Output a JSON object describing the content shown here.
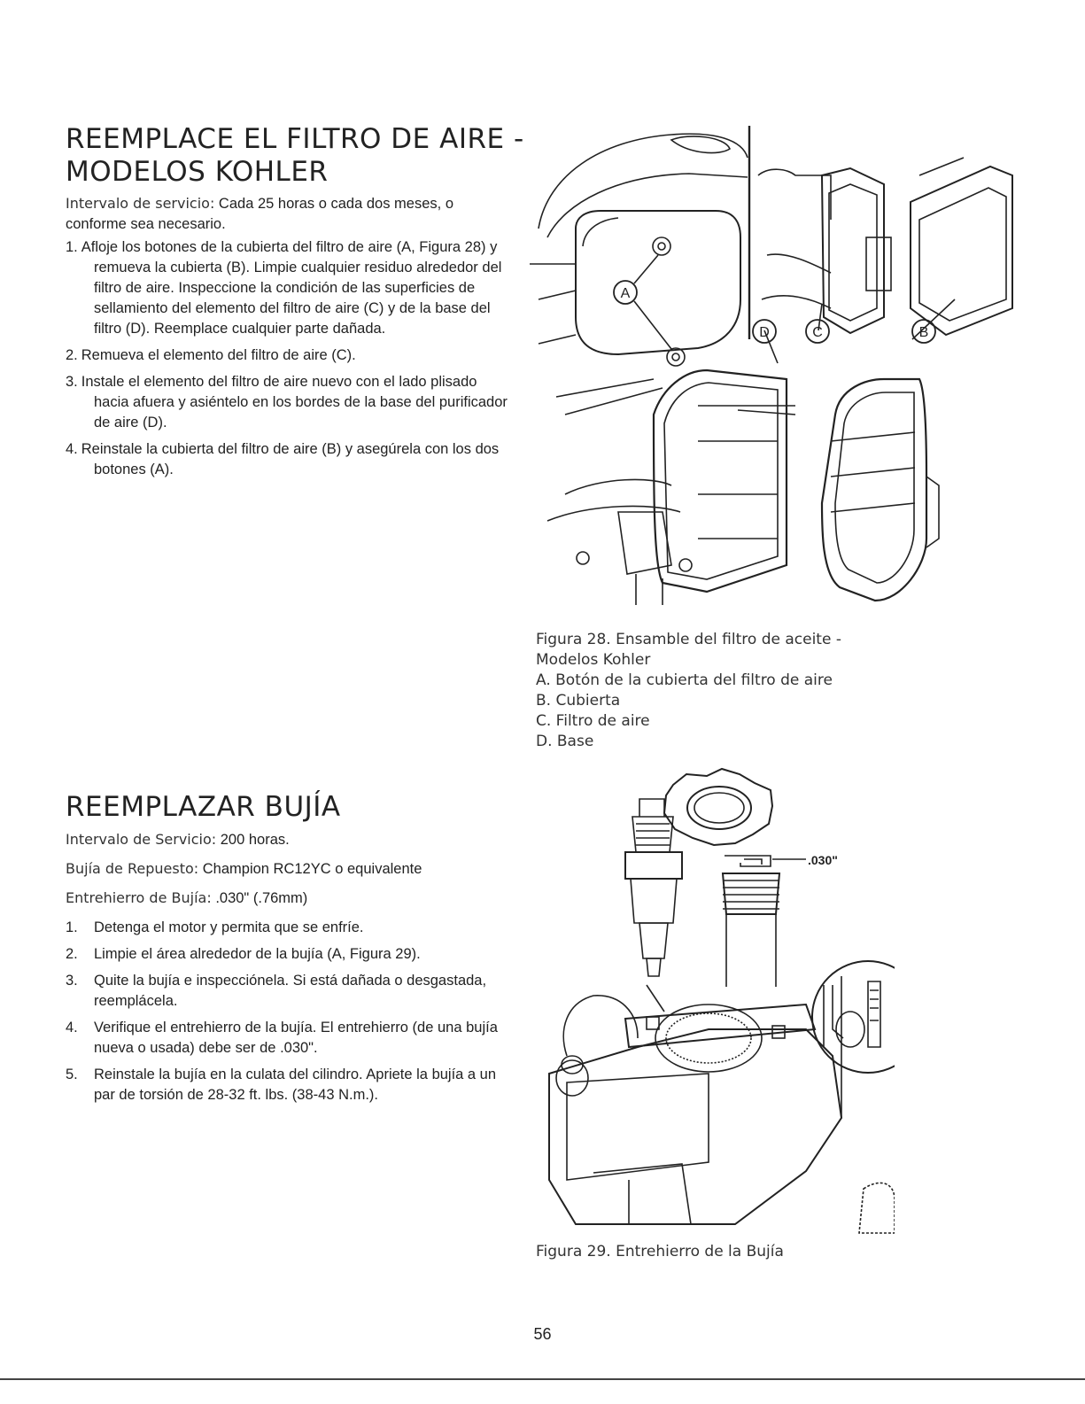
{
  "section1": {
    "title_line1": "REEMPLACE EL FILTRO DE AIRE -",
    "title_line2": "MODELOS KOHLER",
    "interval_label": "Intervalo de servicio:",
    "interval_value": "Cada 25 horas o cada dos meses, o conforme sea necesario.",
    "steps": [
      {
        "num": "1.",
        "text": "Afloje los botones de la cubierta del filtro de aire (A, Figura 28) y remueva la cubierta (B). Limpie cualquier residuo alrededor del filtro de aire. Inspeccione la condición de las superficies de sellamiento del elemento del filtro de aire (C) y de la base del filtro (D). Reemplace cualquier parte dañada."
      },
      {
        "num": "2.",
        "text": "Remueva el elemento del filtro de aire (C)."
      },
      {
        "num": "3.",
        "text": "Instale el elemento del filtro de aire nuevo con el lado plisado hacia afuera y asiéntelo en los bordes de la base del purificador de aire (D)."
      },
      {
        "num": "4.",
        "text": "Reinstale la cubierta del filtro de aire (B) y asegúrela con los dos botones (A)."
      }
    ]
  },
  "figure28": {
    "callouts": {
      "a": "A",
      "b": "B",
      "c": "C",
      "d": "D"
    },
    "caption_line1": "Figura 28. Ensamble del filtro de aceite -",
    "caption_line2": "Modelos Kohler",
    "legend": [
      "A. Botón de la cubierta del filtro de aire",
      "B. Cubierta",
      "C. Filtro de aire",
      "D. Base"
    ]
  },
  "section2": {
    "title": "REEMPLAZAR BUJÍA",
    "interval_label": "Intervalo de Servicio:",
    "interval_value": "200 horas.",
    "part_label": "Bujía de Repuesto:",
    "part_value": "Champion RC12YC o equivalente",
    "gap_label": "Entrehierro de Bujía:",
    "gap_value": ".030\" (.76mm)",
    "steps": [
      {
        "num": "1.",
        "text": "Detenga el motor y permita que se enfríe."
      },
      {
        "num": "2.",
        "text": "Limpie el área alrededor de la bujía (A, Figura 29)."
      },
      {
        "num": "3.",
        "text": "Quite la bujía e inspecciónela. Si está dañada o desgastada, reemplácela."
      },
      {
        "num": "4.",
        "text": "Verifique el entrehierro de la bujía. El entrehierro (de una bujía nueva o usada) debe ser de .030\"."
      },
      {
        "num": "5.",
        "text": "Reinstale la bujía en la culata del cilindro. Apriete la bujía a un par de torsión de 28-32 ft. lbs. (38-43 N.m.)."
      }
    ]
  },
  "figure29": {
    "gap_label": ".030\"",
    "caption": "Figura 29. Entrehierro de la Bujía"
  },
  "page_number": "56"
}
